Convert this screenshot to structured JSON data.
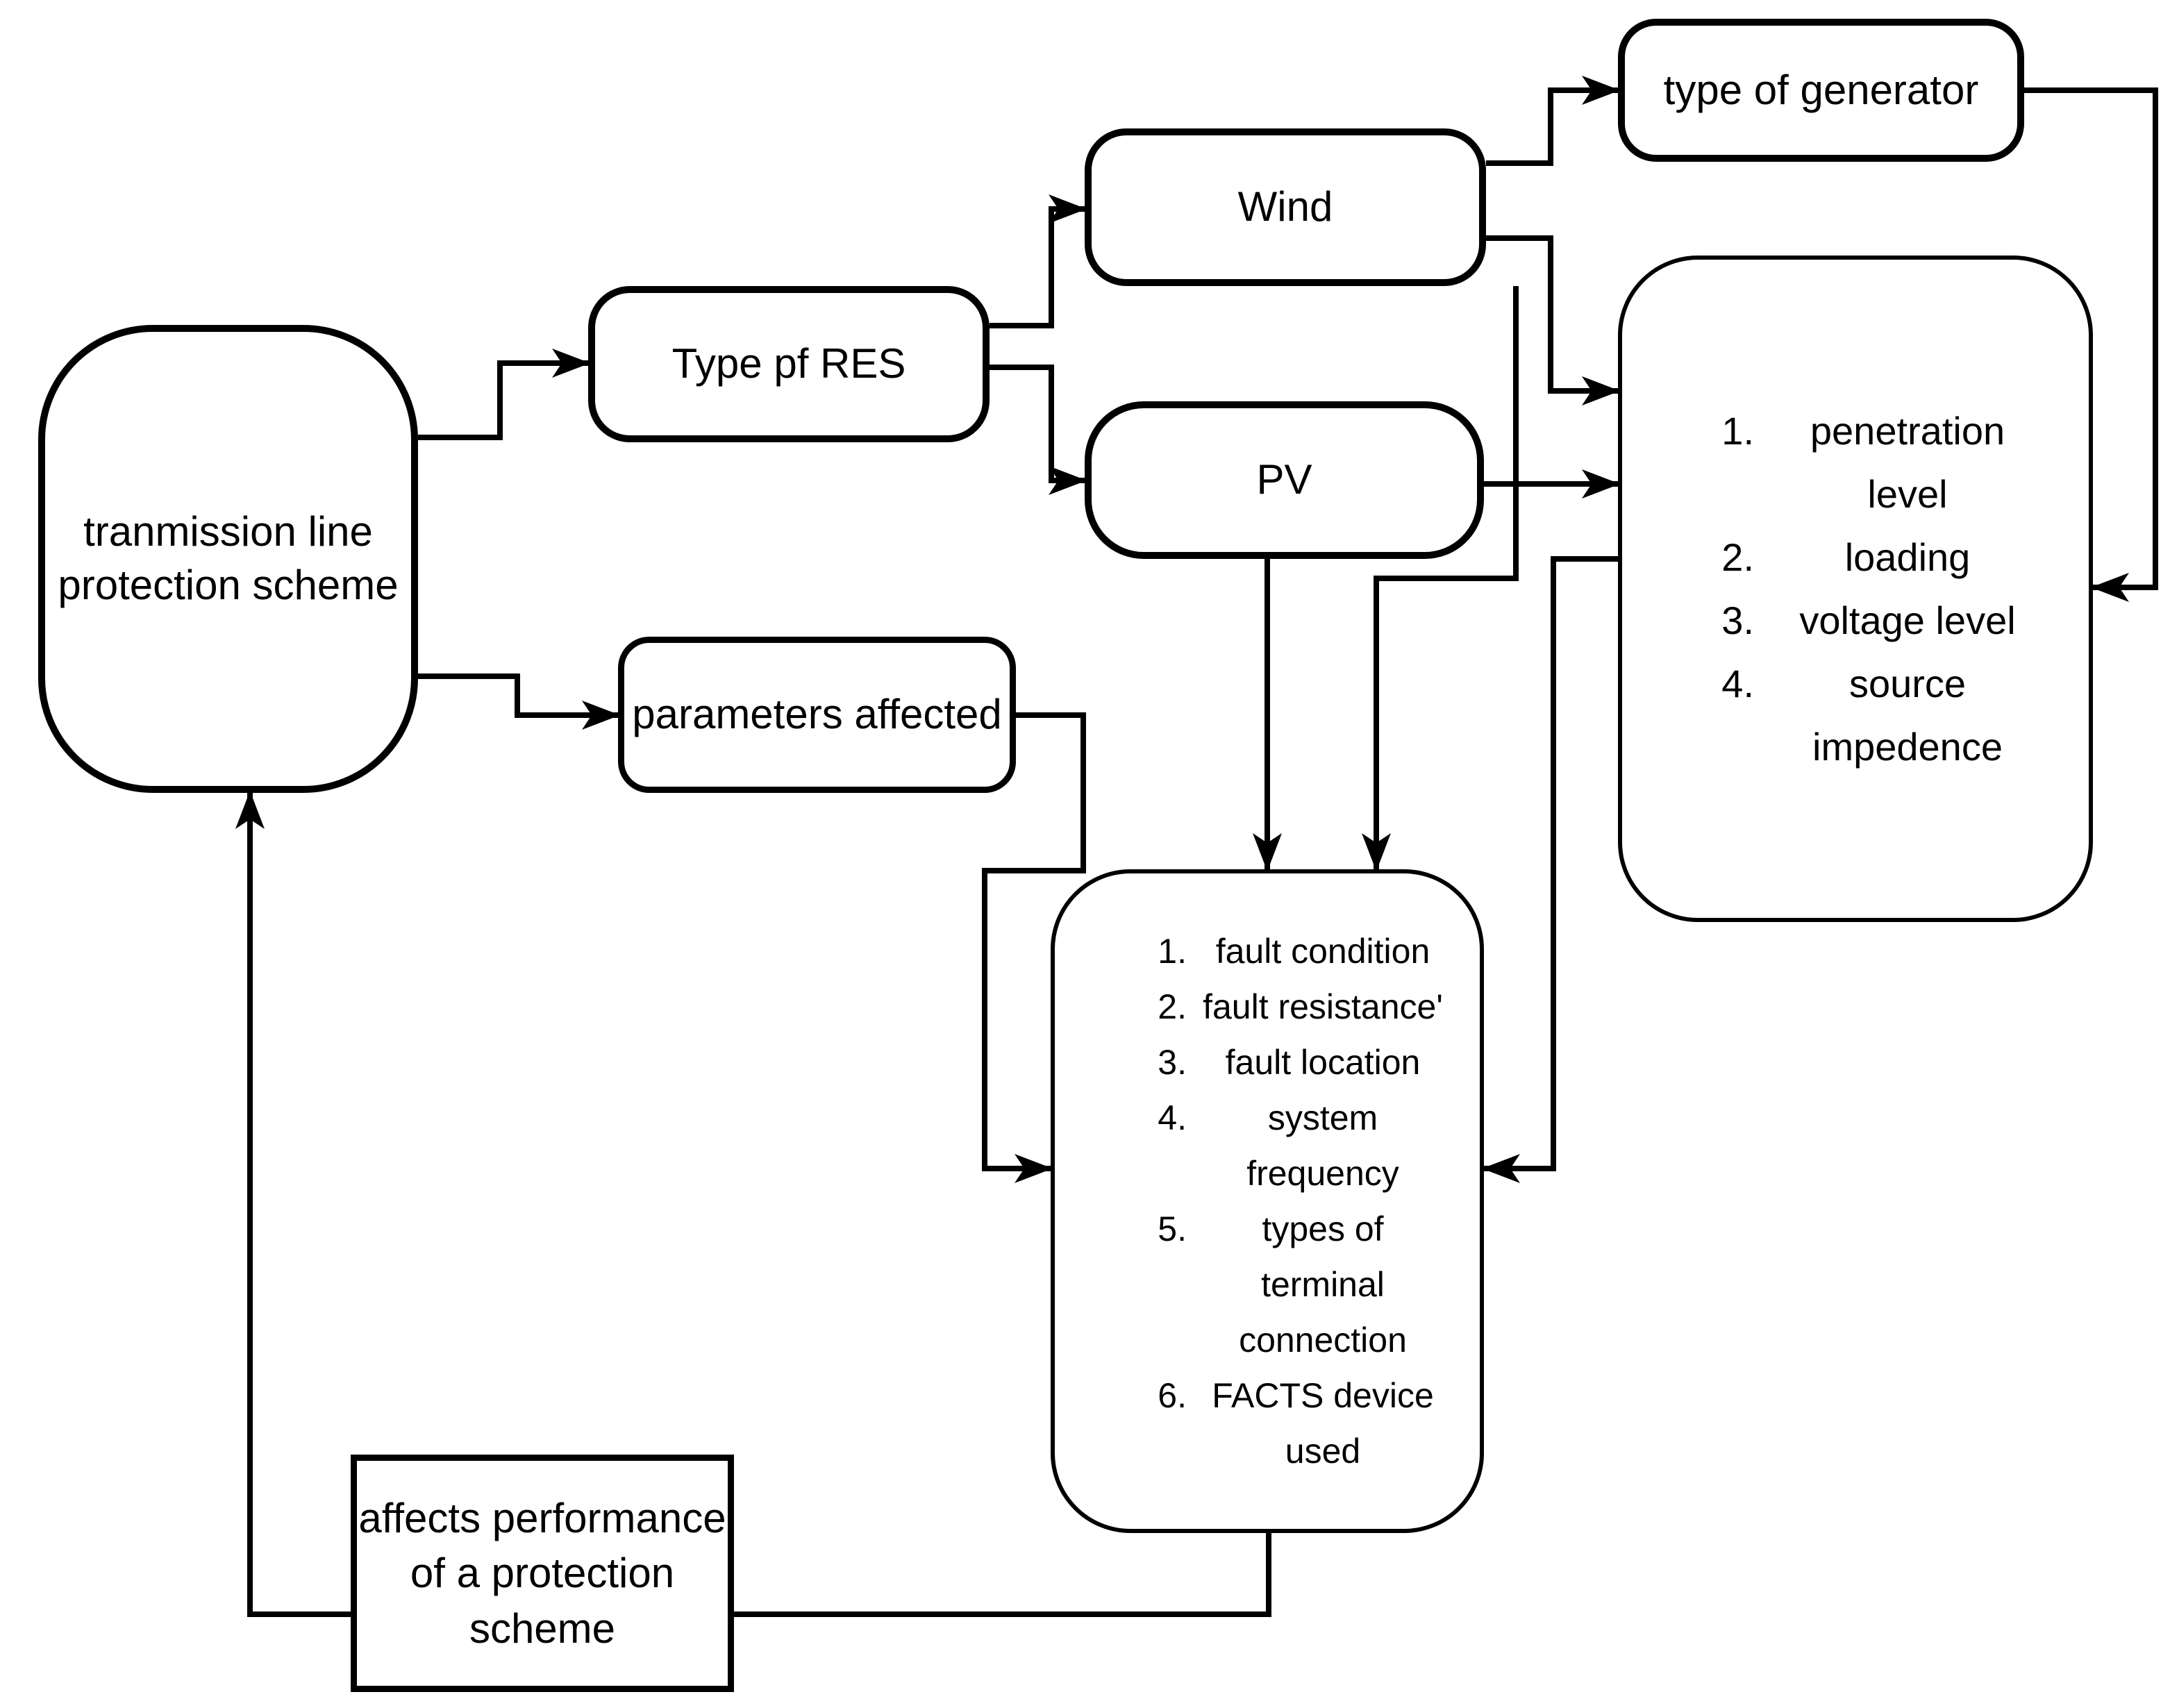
{
  "diagram_title": "transmission line protection scheme flowchart",
  "colors": {
    "stroke": "#000000",
    "background": "#ffffff"
  },
  "nodes": {
    "transmission": {
      "label": "tranmission line\nprotection scheme"
    },
    "type_of_res": {
      "label": "Type pf RES"
    },
    "wind": {
      "label": "Wind"
    },
    "pv": {
      "label": "PV"
    },
    "type_of_generator": {
      "label": "type of generator"
    },
    "parameters_affected": {
      "label": "parameters affected"
    },
    "affects_performance": {
      "label": "affects performance\nof a protection\nscheme"
    },
    "system_factors": {
      "items": [
        {
          "n": "1.",
          "text": "penetration level"
        },
        {
          "n": "2.",
          "text": "loading"
        },
        {
          "n": "3.",
          "text": "voltage level"
        },
        {
          "n": "4.",
          "text": "source\nimpedence"
        }
      ]
    },
    "fault_factors": {
      "items": [
        {
          "n": "1.",
          "text": "fault condition"
        },
        {
          "n": "2.",
          "text": "fault resistance'"
        },
        {
          "n": "3.",
          "text": "fault location"
        },
        {
          "n": "4.",
          "text": "system\nfrequency"
        },
        {
          "n": "5.",
          "text": "types of\nterminal\nconnection"
        },
        {
          "n": "6.",
          "text": "FACTS device\nused"
        }
      ]
    }
  }
}
